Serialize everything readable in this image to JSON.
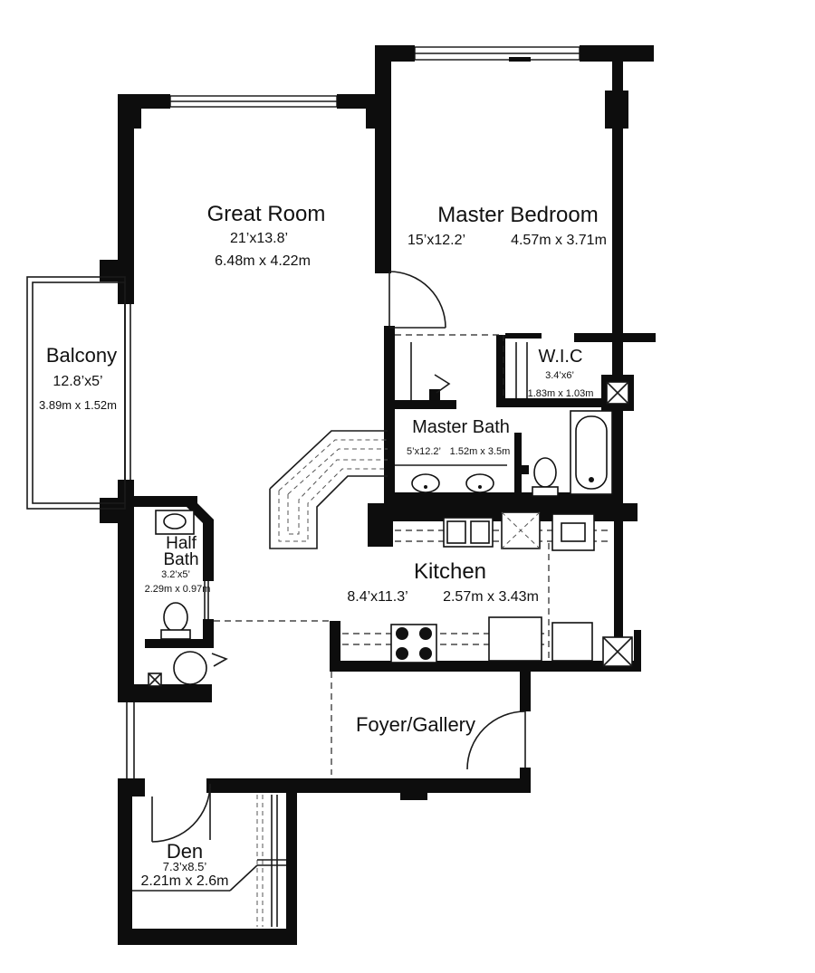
{
  "rooms": {
    "great_room": {
      "name": "Great Room",
      "imperial": "21’x13.8’",
      "metric": "6.48m x 4.22m"
    },
    "master_bedroom": {
      "name": "Master Bedroom",
      "imperial": "15’x12.2’",
      "metric": "4.57m x 3.71m"
    },
    "balcony": {
      "name": "Balcony",
      "imperial": "12.8’x5’",
      "metric": "3.89m x 1.52m"
    },
    "wic": {
      "name": "W.I.C",
      "imperial": "3.4’x6’",
      "metric": "1.83m x 1.03m"
    },
    "master_bath": {
      "name": "Master Bath",
      "imperial": "5’x12.2’",
      "metric": "1.52m x 3.5m"
    },
    "half_bath": {
      "name_line1": "Half",
      "name_line2": "Bath",
      "imperial": "3.2’x5’",
      "metric": "2.29m x 0.97m"
    },
    "kitchen": {
      "name": "Kitchen",
      "imperial": "8.4’x11.3’",
      "metric": "2.57m x 3.43m"
    },
    "foyer": {
      "name": "Foyer/Gallery"
    },
    "den": {
      "name": "Den",
      "imperial": "7.3’x8.5’",
      "metric": "2.21m x 2.6m"
    }
  }
}
